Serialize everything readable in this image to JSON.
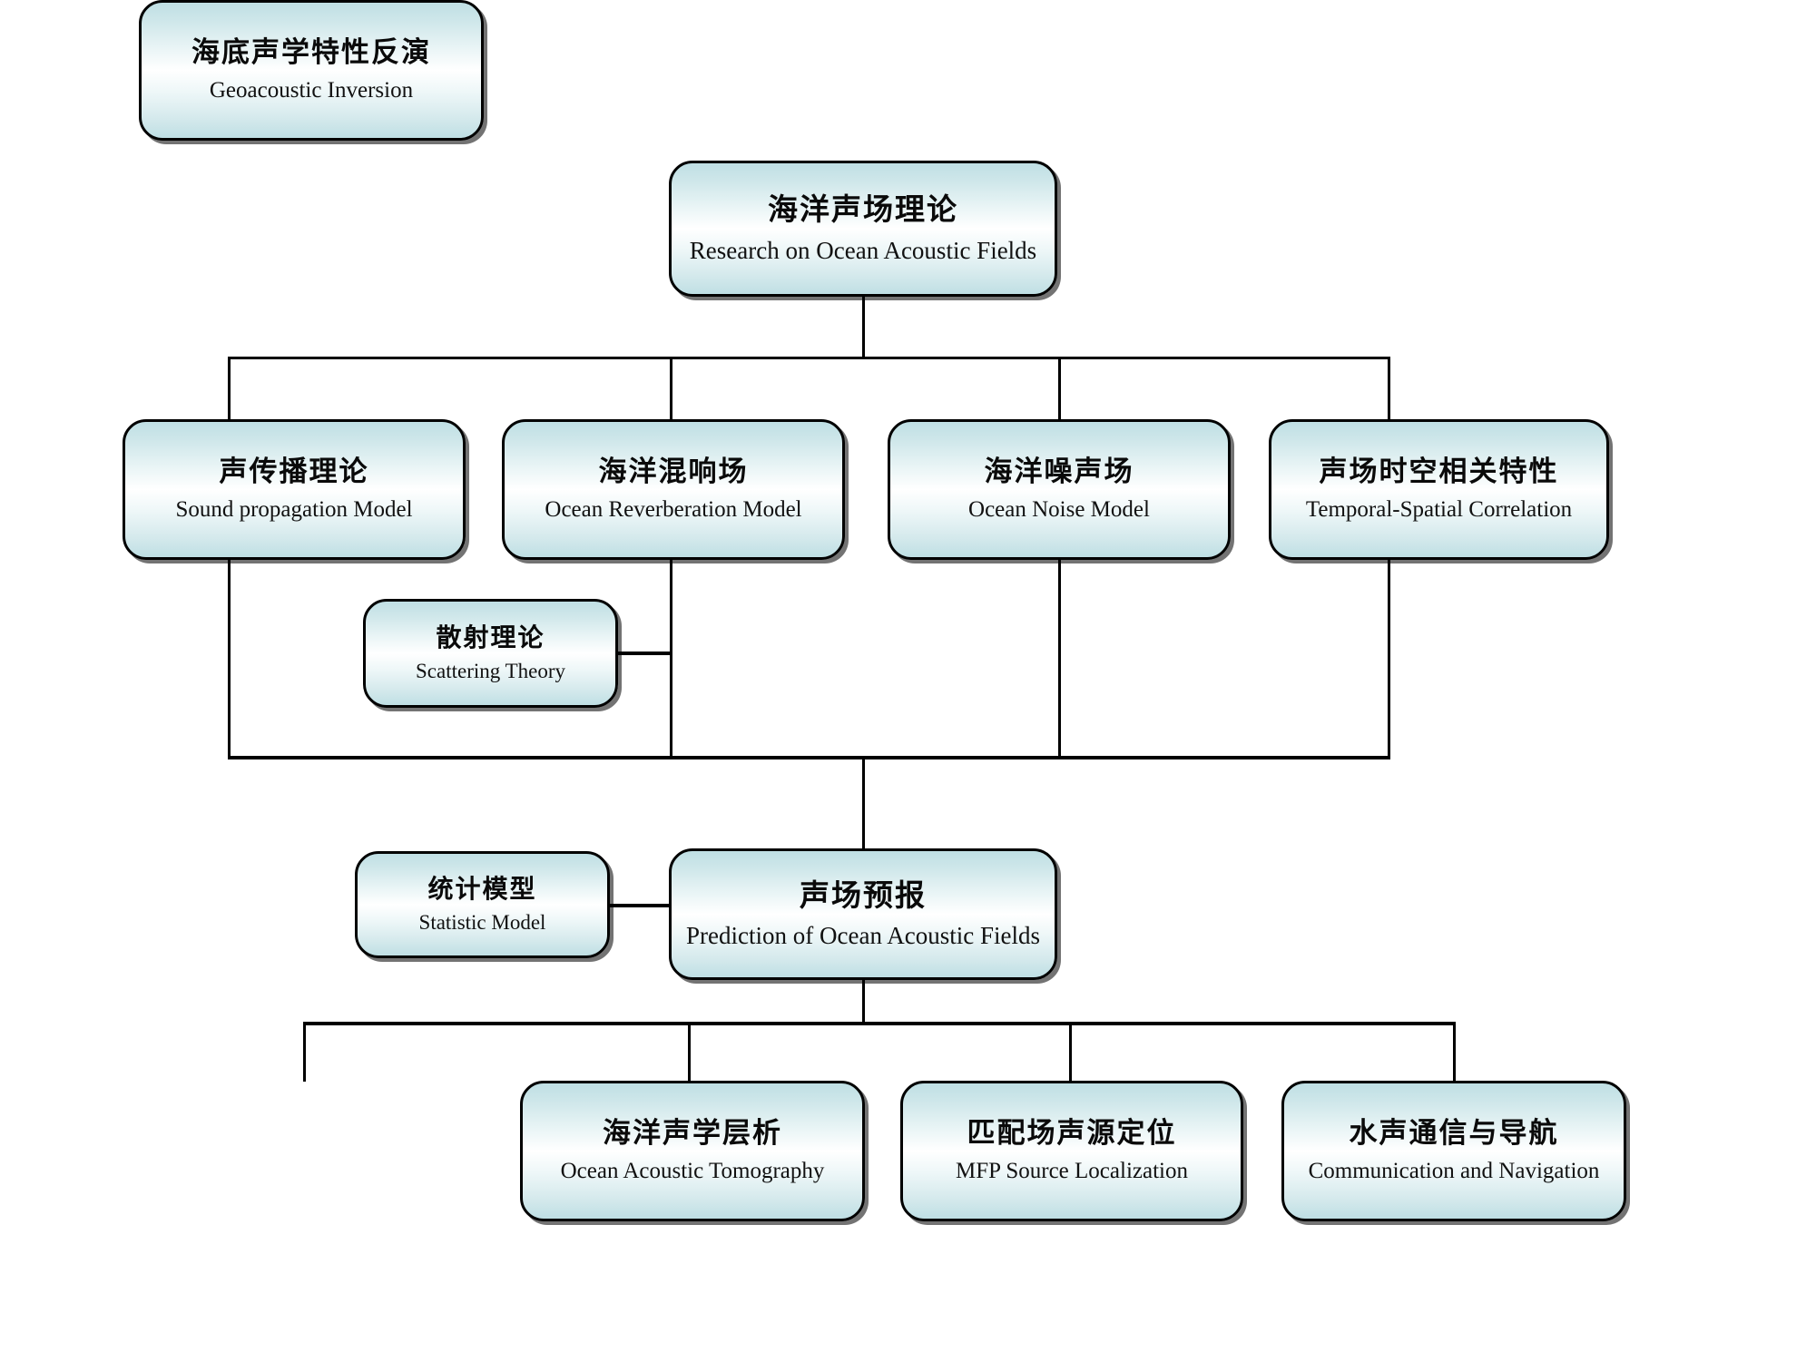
{
  "diagram": {
    "title_cn": "海洋声场理论",
    "title_en": "Research on Ocean Acoustic Fields",
    "root": {
      "cn": "海洋声场理论",
      "en": "Research on Ocean Acoustic Fields"
    },
    "theory_row": [
      {
        "cn": "声传播理论",
        "en": "Sound propagation Model"
      },
      {
        "cn": "海洋混响场",
        "en": "Ocean Reverberation Model"
      },
      {
        "cn": "海洋噪声场",
        "en": "Ocean Noise Model"
      },
      {
        "cn": "声场时空相关特性",
        "en": "Temporal-Spatial Correlation"
      }
    ],
    "scattering": {
      "cn": "散射理论",
      "en": "Scattering Theory"
    },
    "statistic": {
      "cn": "统计模型",
      "en": "Statistic Model"
    },
    "prediction": {
      "cn": "声场预报",
      "en": "Prediction of Ocean Acoustic Fields"
    },
    "application_row": [
      {
        "cn": "海底声学特性反演",
        "en": "Geoacoustic Inversion"
      },
      {
        "cn": "海洋声学层析",
        "en": "Ocean Acoustic Tomography"
      },
      {
        "cn": "匹配场声源定位",
        "en": "MFP Source Localization"
      },
      {
        "cn": "水声通信与导航",
        "en": "Communication and Navigation"
      }
    ],
    "colors": {
      "box_fill_top": "#bfdfe4",
      "box_fill_mid": "#ffffff",
      "box_border": "#000000",
      "connector": "#000000",
      "background": "#ffffff"
    }
  }
}
